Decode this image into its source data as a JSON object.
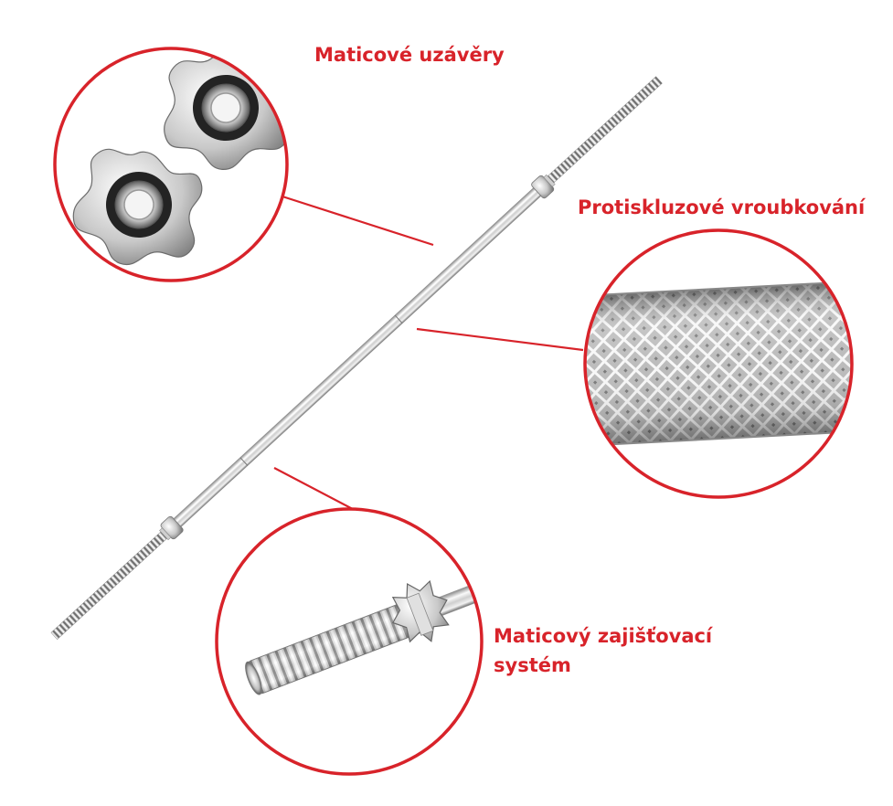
{
  "labels": {
    "spin_lock_nuts": "Maticové uzávěry",
    "knurling": "Protiskluzové vroubkování",
    "locking_system_line1": "Maticový zajišťovací",
    "locking_system_line2": "systém"
  },
  "colors": {
    "accent": "#d8232a",
    "label_text": "#d8232a",
    "chrome_light": "#f4f4f4",
    "chrome_dark": "#7d7d7d",
    "rubber_ring": "#2a2a2a"
  },
  "icons": [
    "hex-spin-lock-nut",
    "barbell",
    "knurled-grip",
    "threaded-sleeve-end"
  ]
}
